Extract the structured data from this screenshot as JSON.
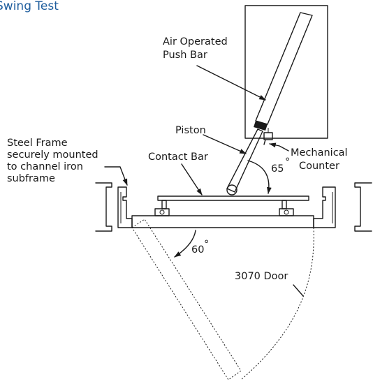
{
  "title": "Swing Test",
  "labels": {
    "air_bar_1": "Air Operated",
    "air_bar_2": "Push Bar",
    "piston": "Piston",
    "contact_bar": "Contact Bar",
    "mech_1": "Mechanical",
    "mech_2": "Counter",
    "frame_1": "Steel Frame",
    "frame_2": "securely mounted",
    "frame_3": "to channel iron",
    "frame_4": "subframe",
    "door": "3070 Door"
  },
  "angles": {
    "push_angle": "65",
    "door_angle": "60",
    "degree_mark": "°"
  },
  "colors": {
    "title": "#1f5e9e",
    "line": "#1a1a1a"
  }
}
